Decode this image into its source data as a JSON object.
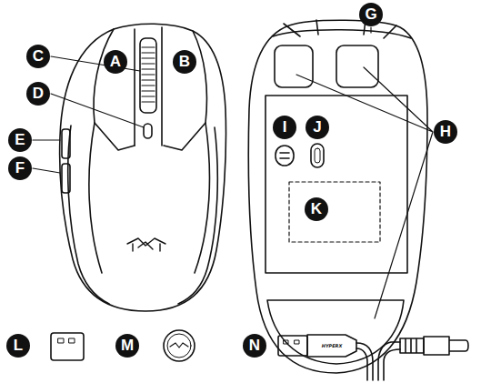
{
  "diagram": {
    "labels": [
      "A",
      "B",
      "C",
      "D",
      "E",
      "F",
      "G",
      "H",
      "I",
      "J",
      "K",
      "L",
      "M",
      "N",
      "HYPERX"
    ]
  }
}
